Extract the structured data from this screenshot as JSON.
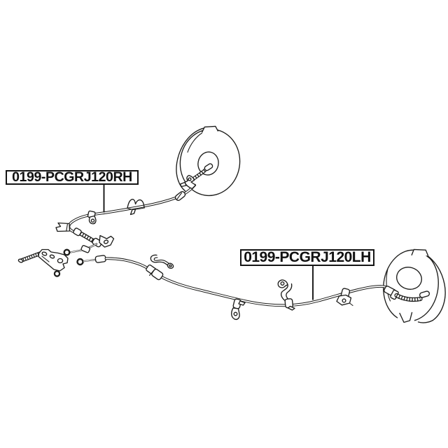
{
  "colors": {
    "background": "#ffffff",
    "line": "#1d1d1b",
    "label_border": "#151515",
    "label_text": "#111111"
  },
  "diagram": {
    "type": "auto-parts-exploded-line-drawing",
    "subject": "parking brake cables with backing plates, clamps and equalizer"
  },
  "labels": {
    "rh": "0199-PCGRJ120RH",
    "lh": "0199-PCGRJ120LH"
  }
}
